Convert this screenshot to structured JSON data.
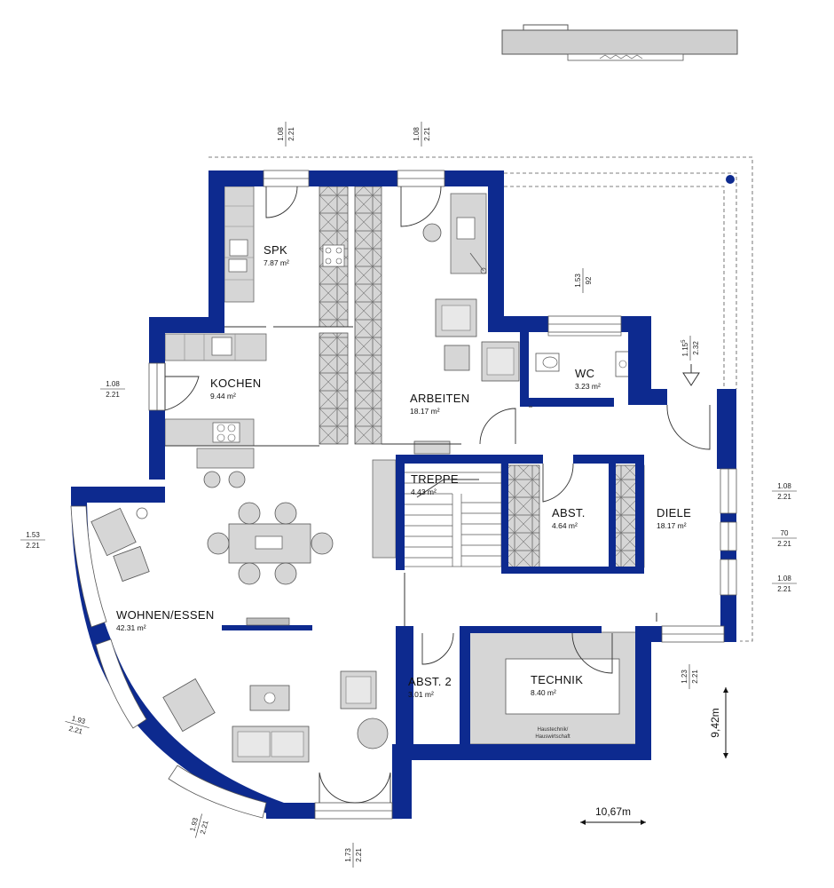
{
  "rooms": {
    "spk": {
      "name": "SPK",
      "area": "7.87 m²"
    },
    "kochen": {
      "name": "KOCHEN",
      "area": "9.44 m²"
    },
    "arbeiten": {
      "name": "ARBEITEN",
      "area": "18.17 m²"
    },
    "wc": {
      "name": "WC",
      "area": "3.23 m²"
    },
    "treppe": {
      "name": "TREPPE",
      "area": "4.43 m²"
    },
    "abst": {
      "name": "ABST.",
      "area": "4.64 m²"
    },
    "diele": {
      "name": "DIELE",
      "area": "18.17 m²"
    },
    "wohnen": {
      "name": "WOHNEN/ESSEN",
      "area": "42.31 m²"
    },
    "abst2": {
      "name": "ABST. 2",
      "area": "3.01 m²"
    },
    "technik": {
      "name": "TECHNIK",
      "area": "8.40 m²"
    }
  },
  "technik_note": {
    "line1": "Haustechnik/",
    "line2": "Hauswirtschaft"
  },
  "dims": {
    "top_left": {
      "a": "1.08",
      "b": "2.21"
    },
    "top_mid": {
      "a": "1.08",
      "b": "2.21"
    },
    "right_upper": {
      "a": "1.53",
      "b": "92"
    },
    "entrance": {
      "a": "1.15",
      "sup": "5",
      "b": "2.32"
    },
    "kochen_win": {
      "a": "1.08",
      "b": "2.21"
    },
    "wohnen_left": {
      "a": "1.53",
      "b": "2.21"
    },
    "right_1": {
      "a": "1.08",
      "b": "2.21"
    },
    "right_2": {
      "a": "70",
      "b": "2.21"
    },
    "right_3": {
      "a": "1.08",
      "b": "2.21"
    },
    "bottom_right": {
      "a": "1.23",
      "b": "2.21"
    },
    "curve_1": {
      "a": "1.93",
      "b": "2.21"
    },
    "curve_2": {
      "a": "1.93",
      "b": "2.21"
    },
    "bottom": {
      "a": "1.73",
      "b": "2.21"
    }
  },
  "overall": {
    "width": "10,67m",
    "depth": "9,42m"
  },
  "colors": {
    "wall": "#0d2a8f",
    "fixture": "#d6d6d6",
    "line": "#333333"
  }
}
